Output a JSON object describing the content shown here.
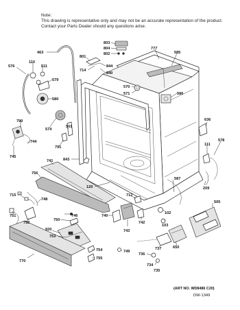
{
  "note": {
    "line1": "Note:",
    "line2": "This drawing is representative only and may not be an accurate representation of the product.",
    "line3": "Contact your Parts Dealer should any questions arise."
  },
  "footer": {
    "art_no": "(ART NO. WD8486 C20)",
    "drawing_id": "DW-1349"
  },
  "callouts": {
    "c463": "463",
    "c576": "576",
    "c110": "110",
    "c511": "511",
    "c579": "579",
    "c580": "580",
    "c790": "790",
    "c574": "574",
    "c745": "745",
    "c744": "744",
    "c501": "501",
    "c791": "791",
    "c843": "843",
    "c803": "803",
    "c804": "804",
    "c802": "802",
    "c801": "801",
    "c714": "714",
    "c844": "844",
    "c840": "840",
    "c777": "777",
    "c585": "585",
    "c570": "570",
    "c571": "571",
    "c586": "586",
    "c636": "636",
    "c578": "578",
    "c111": "111",
    "c741": "741",
    "c756": "756",
    "c120": "120",
    "c715": "715",
    "c748": "748",
    "c751": "751",
    "c752": "752",
    "c920": "920",
    "c753": "753",
    "c587": "587",
    "c750": "750",
    "c209": "209",
    "c712": "712",
    "c740": "740",
    "c743": "743",
    "c742": "742",
    "c102": "102",
    "c103": "103",
    "c650": "650",
    "c746": "746",
    "c754": "754",
    "c755": "755",
    "c749": "749",
    "c736": "736",
    "c734": "734",
    "c735": "735",
    "c770": "770",
    "c737": "737",
    "c505": "505"
  }
}
